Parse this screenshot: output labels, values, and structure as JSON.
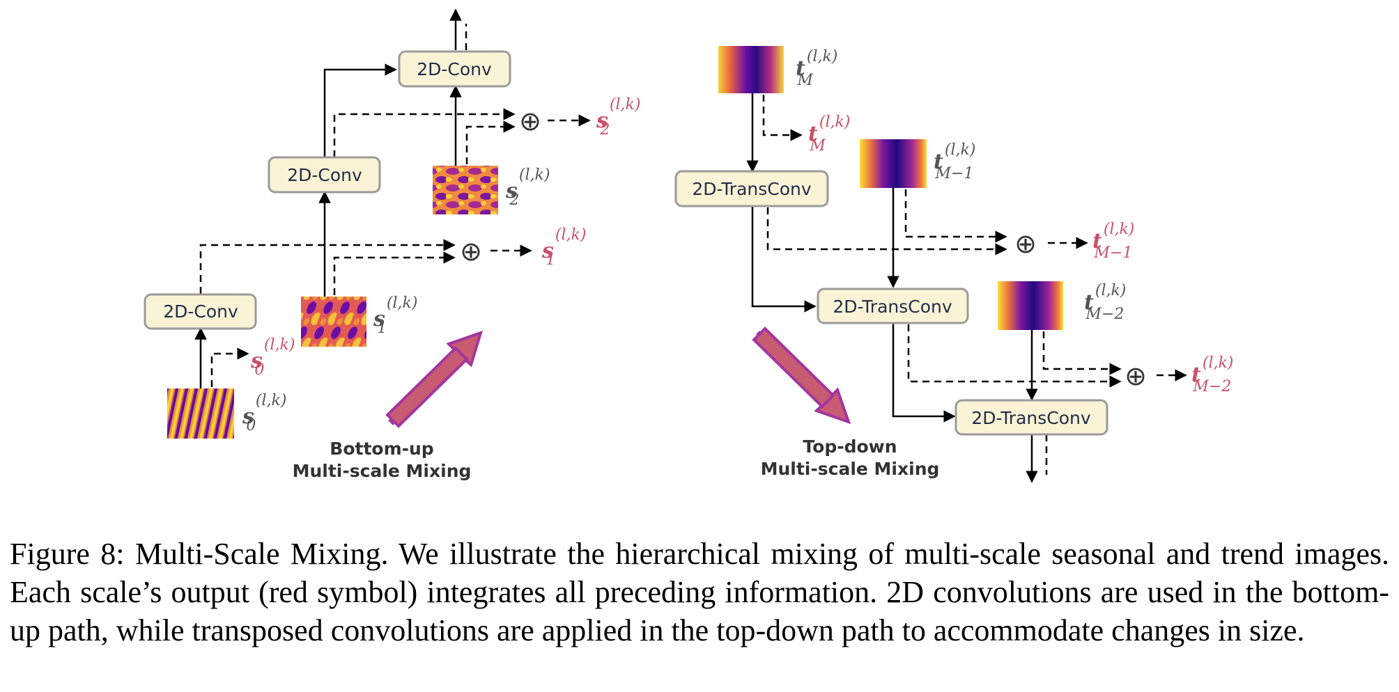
{
  "bottom_up": {
    "conv_label_1": "2D-Conv",
    "conv_label_2": "2D-Conv",
    "conv_label_3": "2D-Conv",
    "title_line1": "Bottom-up",
    "title_line2": "Multi-scale Mixing",
    "input_s0": {
      "main": "s",
      "sup": "(l,k)",
      "sub": "0"
    },
    "input_s1": {
      "main": "s",
      "sup": "(l,k)",
      "sub": "1"
    },
    "input_s2": {
      "main": "s",
      "sup": "(l,k)",
      "sub": "2"
    },
    "output_s0": {
      "main": "s",
      "sup": "(l,k)",
      "sub": "0"
    },
    "output_s1": {
      "main": "s",
      "sup": "(l,k)",
      "sub": "1"
    },
    "output_s2": {
      "main": "s",
      "sup": "(l,k)",
      "sub": "2"
    }
  },
  "top_down": {
    "transconv_label_1": "2D-TransConv",
    "transconv_label_2": "2D-TransConv",
    "transconv_label_3": "2D-TransConv",
    "title_line1": "Top-down",
    "title_line2": "Multi-scale Mixing",
    "input_tM": {
      "main": "t",
      "sup": "(l,k)",
      "sub": "M"
    },
    "input_tM1": {
      "main": "t",
      "sup": "(l,k)",
      "sub": "M−1"
    },
    "input_tM2": {
      "main": "t",
      "sup": "(l,k)",
      "sub": "M−2"
    },
    "output_tM": {
      "main": "t",
      "sup": "(l,k)",
      "sub": "M"
    },
    "output_tM1": {
      "main": "t",
      "sup": "(l,k)",
      "sub": "M−1"
    },
    "output_tM2": {
      "main": "t",
      "sup": "(l,k)",
      "sub": "M−2"
    }
  },
  "sum_symbol": "⊕",
  "caption": "Figure 8: Multi-Scale Mixing. We illustrate the hierarchical mixing of multi-scale seasonal and trend images. Each scale’s output (red symbol) integrates all preceding information. 2D convolutions are used in the bottom-up path, while transposed convolutions are applied in the top-down path to accommodate changes in size.",
  "colors": {
    "box_fill": "#fbf3d5",
    "box_stroke": "#9a9a9a",
    "output_label": "#c8506a",
    "input_label": "#555555",
    "big_arrow_fill": "#c75b72",
    "big_arrow_stroke": "#a3359e",
    "plasma_dark": "#2a0a82",
    "plasma_purple": "#8e1aa0",
    "plasma_orange": "#f07a3c",
    "plasma_yellow": "#f5e43a"
  }
}
